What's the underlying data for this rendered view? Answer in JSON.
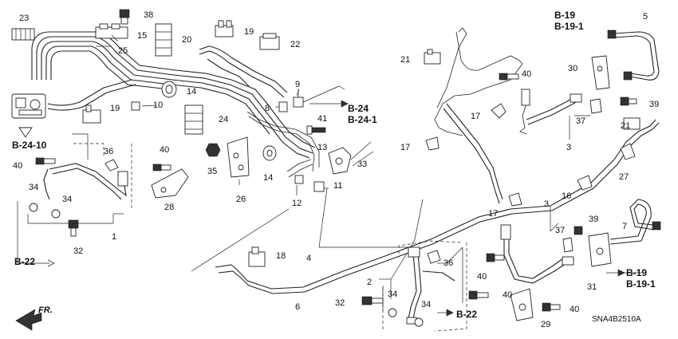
{
  "diagram_code": "SNA4B2510A",
  "direction_label": "FR.",
  "refs": {
    "b19_top": "B-19",
    "b191_top": "B-19-1",
    "b24": "B-24",
    "b241": "B-24-1",
    "b2410": "B-24-10",
    "b22_left": "B-22",
    "b22_bottom": "B-22",
    "b19_right": "B-19",
    "b191_right": "B-19-1"
  },
  "callouts": {
    "c23": "23",
    "c38": "38",
    "c15": "15",
    "c20": "20",
    "c19a": "19",
    "c22": "22",
    "c25": "25",
    "c14a": "14",
    "c10": "10",
    "c19b": "19",
    "c9": "9",
    "c8": "8",
    "c24": "24",
    "c41": "41",
    "c13": "13",
    "c36a": "36",
    "c40a": "40",
    "c40b": "40",
    "c35": "35",
    "c14b": "14",
    "c33": "33",
    "c34a": "34",
    "c34b": "34",
    "c26": "26",
    "c28": "28",
    "c11": "11",
    "c12": "12",
    "c1": "1",
    "c32a": "32",
    "c5": "5",
    "c21a": "21",
    "c40c": "40",
    "c30": "30",
    "c17a": "17",
    "c37a": "37",
    "c39a": "39",
    "c21b": "21",
    "c17b": "17",
    "c3a": "3",
    "c27": "27",
    "c16": "16",
    "c17c": "17",
    "c3b": "3",
    "c39b": "39",
    "c37b": "37",
    "c7": "7",
    "c18": "18",
    "c4": "4",
    "c36b": "36",
    "c2": "2",
    "c40d": "40",
    "c40e": "40",
    "c6": "6",
    "c32b": "32",
    "c34c": "34",
    "c34d": "34",
    "c40f": "40",
    "c29": "29",
    "c31": "31"
  }
}
